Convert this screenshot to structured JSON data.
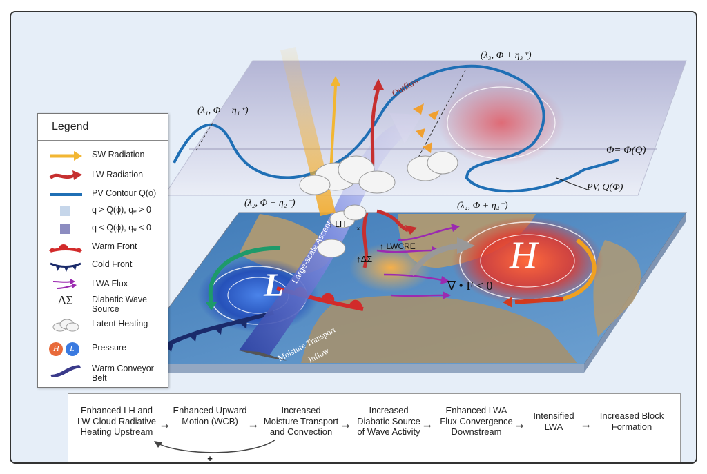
{
  "labels": {
    "l1": "(λ₁, Φ + η₁⁺)",
    "l2": "(λ₂, Φ + η₂⁻)",
    "l3": "(λ₃, Φ + η₃⁺)",
    "l4": "(λ₄, Φ + η₄⁻)",
    "phi_eq": "Φ= Φ(Q)",
    "pv_q": "PV, Q(Φ)",
    "outflow": "Outflow",
    "lh": "↑ LH",
    "lwcre": "↑ LWCRE",
    "delta_sigma": "↑ΔΣ",
    "low": "L",
    "high": "H",
    "div_f": "∇ • F < 0",
    "ascent": "Large-scale Ascent",
    "moisture": "Moisture Transport",
    "inflow": "Inflow",
    "x_mark": "×"
  },
  "legend": {
    "title": "Legend",
    "items": [
      {
        "icon": "sw-radiation-arrow-icon",
        "label": "SW Radiation"
      },
      {
        "icon": "lw-radiation-arrow-icon",
        "label": "LW Radiation"
      },
      {
        "icon": "pv-contour-line-icon",
        "label": "PV Contour Q(ϕ)"
      },
      {
        "icon": "positive-anomaly-square-icon",
        "label": "q > Q(ϕ), qₑ > 0"
      },
      {
        "icon": "negative-anomaly-square-icon",
        "label": "q < Q(ϕ), qₑ < 0"
      },
      {
        "icon": "warm-front-icon",
        "label": "Warm Front"
      },
      {
        "icon": "cold-front-icon",
        "label": "Cold Front"
      },
      {
        "icon": "lwa-flux-arrows-icon",
        "label": "LWA Flux"
      },
      {
        "icon": "diabatic-wave-source-icon",
        "label": "Diabatic Wave Source",
        "symbol": "ΔΣ"
      },
      {
        "icon": "latent-heating-cloud-icon",
        "label": "Latent Heating"
      },
      {
        "icon": "pressure-highs-lows-icon",
        "label": "Pressure",
        "high": "H",
        "low": "L"
      },
      {
        "icon": "warm-conveyor-belt-icon",
        "label": "Warm Conveyor Belt"
      }
    ]
  },
  "flow": {
    "steps": [
      "Enhanced LH and LW Cloud Radiative Heating Upstream",
      "Enhanced Upward Motion (WCB)",
      "Increased Moisture Transport and Convection",
      "Increased Diabatic Source of Wave Activity",
      "Enhanced LWA Flux Convergence Downstream",
      "Intensified LWA",
      "Increased Block Formation"
    ],
    "feedback_sign": "+",
    "arrow": "➞"
  },
  "colors": {
    "sw": "#f2b632",
    "lw": "#c62f2f",
    "pv": "#1f6fb5",
    "high": "#e04a2a",
    "low": "#2d64c8",
    "lwa": "#9b2ab0",
    "upper_plane": "#a8a8cc",
    "lower_plane_sea": "#4f86bf",
    "land": "#b49a6e"
  }
}
